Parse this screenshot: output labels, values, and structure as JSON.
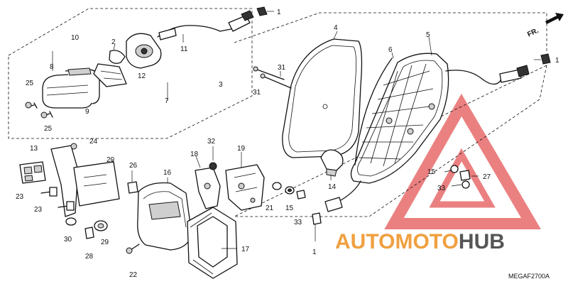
{
  "diagram": {
    "code": "MEGAF2700A",
    "direction_label": "FR.",
    "callouts": [
      "1",
      "2",
      "3",
      "4",
      "5",
      "6",
      "7",
      "8",
      "9",
      "10",
      "11",
      "12",
      "13",
      "14",
      "15",
      "16",
      "17",
      "18",
      "19",
      "20",
      "21",
      "22",
      "23",
      "24",
      "25",
      "26",
      "27",
      "28",
      "29",
      "30",
      "31",
      "32",
      "33"
    ]
  },
  "watermark": {
    "part1": "AUTO",
    "part2": "MOTO",
    "part3": "HUB",
    "color_orange": "#f0a040",
    "color_red": "#e03a3a",
    "color_dark": "#555555"
  }
}
